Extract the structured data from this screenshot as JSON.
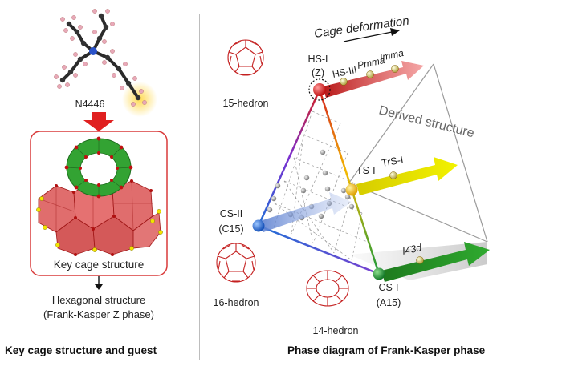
{
  "left": {
    "molecule_label": "N4446",
    "cage_box_label": "Key cage structure",
    "result_line1": "Hexagonal structure",
    "result_line2": "(Frank-Kasper Z phase)",
    "caption": "Key cage structure and guest"
  },
  "right": {
    "caption": "Phase diagram of Frank-Kasper phase",
    "cage_deformation": "Cage deformation",
    "derived_structure": "Derived structure",
    "hedra": {
      "h15": "15-hedron",
      "h16": "16-hedron",
      "h14": "14-hedron"
    },
    "phases": {
      "hs1_line1": "HS-I",
      "hs1_line2": "(Z)",
      "hs3": "HS-III",
      "pmma": "Pmma",
      "imma": "Imma",
      "ts1": "TS-I",
      "trs1": "TrS-I",
      "cs2_line1": "CS-II",
      "cs2_line2": "(C15)",
      "cs1_line1": "CS-I",
      "cs1_line2": "(A15)",
      "i43d": "I4̄3d"
    }
  },
  "colors": {
    "cage_red": "#d93a3a",
    "cage_green": "#2f9e2f",
    "arrow_red": "#e02020",
    "vertex_red": "#d42020",
    "vertex_yellow": "#f2b800",
    "vertex_blue": "#1f6fd6",
    "vertex_green": "#1a9a3a",
    "path_red": "#b82020",
    "path_yellow": "#d6cc00",
    "path_green": "#228b22"
  }
}
